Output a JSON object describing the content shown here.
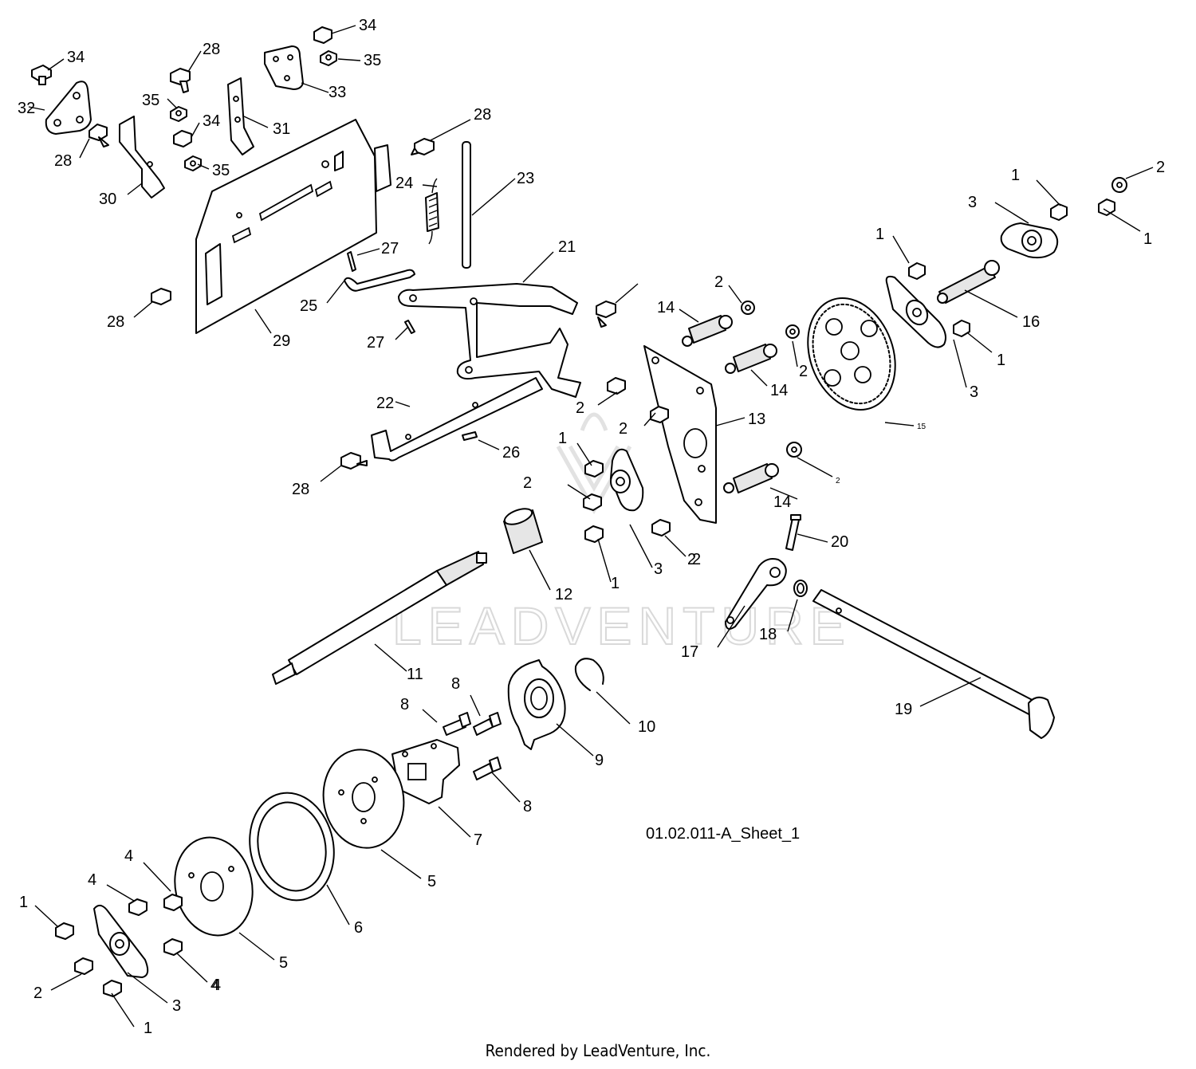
{
  "diagram": {
    "sheet_label": "01.02.011-A_Sheet_1",
    "watermark": "LEADVENTURE",
    "footer": "Rendered by LeadVenture, Inc."
  },
  "callouts": [
    "34",
    "34",
    "35",
    "28",
    "35",
    "34",
    "35",
    "33",
    "32",
    "28",
    "31",
    "30",
    "28",
    "29",
    "24",
    "23",
    "27",
    "25",
    "27",
    "21",
    "22",
    "26",
    "28",
    "28",
    "2",
    "14",
    "2",
    "14",
    "1",
    "3",
    "2",
    "1",
    "1",
    "16",
    "1",
    "3",
    "15",
    "13",
    "2",
    "2",
    "2",
    "14",
    "20",
    "1",
    "2",
    "3",
    "2",
    "1",
    "12",
    "11",
    "8",
    "8",
    "10",
    "9",
    "8",
    "17",
    "18",
    "19",
    "7",
    "5",
    "6",
    "5",
    "4",
    "4",
    "4",
    "1",
    "2",
    "3",
    "4",
    "1",
    "2"
  ]
}
